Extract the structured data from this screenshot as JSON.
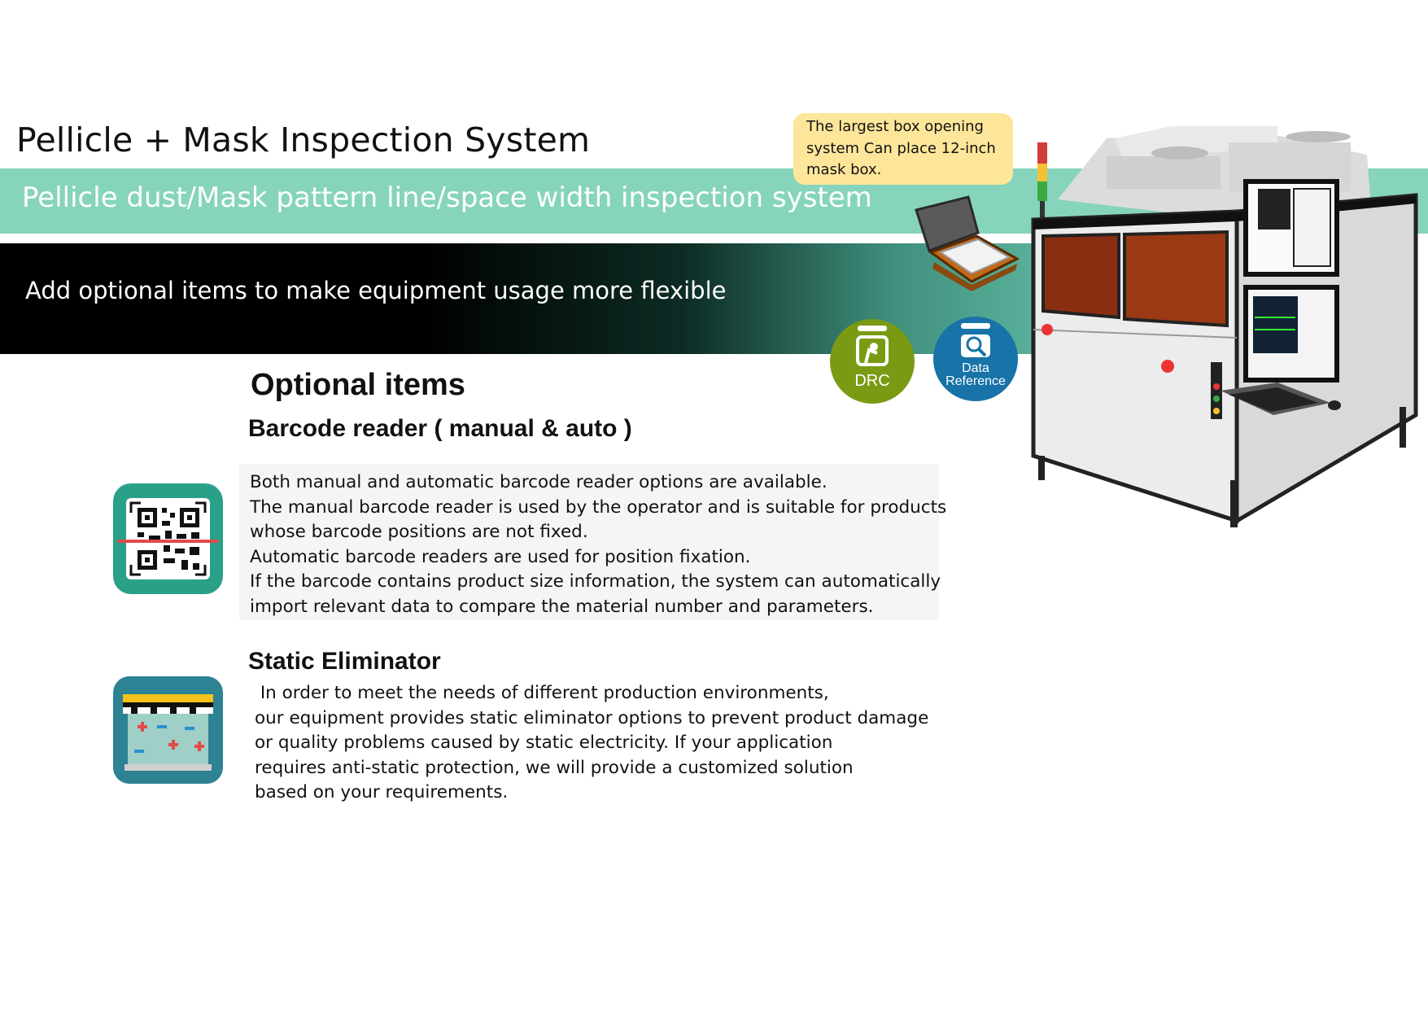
{
  "header": {
    "title": "Pellicle + Mask Inspection System",
    "subtitle": "Pellicle dust/Mask  pattern line/space width inspection system",
    "banner": "Add optional items to make equipment usage more flexible"
  },
  "callout": {
    "lines": [
      "The largest box opening",
      "system Can place 12-inch",
      "mask box."
    ]
  },
  "badges": {
    "drc": "DRC",
    "data_ref_line1": "Data",
    "data_ref_line2": "Reference"
  },
  "optional": {
    "heading": "Optional items",
    "barcode": {
      "heading": "Barcode reader ( manual & auto )",
      "lines": [
        "Both manual and automatic barcode reader options are available.",
        "The manual barcode reader is used by the operator and is suitable for products",
        "whose barcode positions are not fixed.",
        "Automatic barcode readers are used for position fixation.",
        "If the barcode contains product size information, the system can automatically",
        "import relevant data to compare the material number and parameters."
      ]
    },
    "static": {
      "heading": "Static Eliminator",
      "lines": [
        " In order to meet the needs of different production environments,",
        "our equipment provides static eliminator options to prevent product damage",
        "or quality problems caused by static electricity. If your application",
        "requires anti-static protection, we will provide a customized solution",
        "based on your requirements."
      ]
    }
  },
  "colors": {
    "teal_band": "#86d4bc",
    "callout_bg": "#fde69a",
    "drc_green": "#7a9a13",
    "data_ref_blue": "#1773a8",
    "qr_teal": "#2aa088",
    "static_teal": "#2d8293"
  }
}
